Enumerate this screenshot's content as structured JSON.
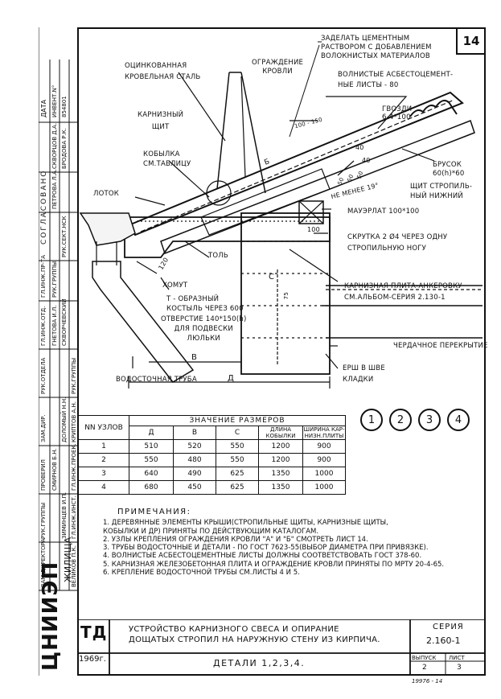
{
  "sheet": {
    "number": "14"
  },
  "callouts": {
    "seal_cement": [
      "ЗАДЕЛАТЬ ЦЕМЕНТНЫМ",
      "РАСТВОРОМ С ДОБАВЛЕНИЕМ",
      "ВОЛОКНИСТЫХ МАТЕРИАЛОВ"
    ],
    "galvanized": [
      "ОЦИНКОВАННАЯ",
      "КРОВЕЛЬНАЯ СТАЛЬ"
    ],
    "roof_fence": [
      "ОГРАЖДЕНИЕ",
      "КРОВЛИ"
    ],
    "asbestos": [
      "ВОЛНИСТЫЕ АСБЕСТОЦЕМЕНТ-",
      "НЫЕ ЛИСТЫ - 80"
    ],
    "nails": [
      "ГВОЗДИ",
      "6-4*100"
    ],
    "cornice_shield": [
      "КАРНИЗНЫЙ",
      "ЩИТ"
    ],
    "kobylka": [
      "КОБЫЛКА",
      "СМ.ТАБЛИЦУ"
    ],
    "bar": [
      "БРУСОК",
      "60(h)*60"
    ],
    "rafter_shield": [
      "ЩИТ СТРОПИЛЬ-",
      "НЫЙ НИЖНИЙ"
    ],
    "gutter": "ЛОТОК",
    "not_less": "НЕ МЕНЕЕ 19°",
    "mauerlat": "МАУЭРЛАТ 100*100",
    "twist": [
      "СКРУТКА 2 Ø4 ЧЕРЕЗ ОДНУ",
      "СТРОПИЛЬНУЮ НОГУ"
    ],
    "tol": "ТОЛЬ",
    "clamp": "ХОМУТ",
    "t_crutch": [
      "Т - ОБРАЗНЫЙ",
      "КОСТЫЛЬ ЧЕРЕЗ 600"
    ],
    "hole": [
      "ОТВЕРСТИЕ 140*150(h)",
      "ДЛЯ ПОДВЕСКИ",
      "ЛЮЛЬКИ"
    ],
    "cornice_slab": [
      "КАРНИЗНАЯ ПЛИТА-АНКЕРОВКУ",
      "СМ.АЛЬБОМ-СЕРИЯ 2.130-1"
    ],
    "attic_floor": "ЧЕРДАЧНОЕ ПЕРЕКРЫТИЕ",
    "brush": [
      "ЕРШ В ШВЕ",
      "КЛАДКИ"
    ],
    "downpipe": "ВОДОСТОЧНАЯ ТРУБА"
  },
  "dims": {
    "d100_150": "100 - 150",
    "d40a": "40",
    "d40b": "40",
    "d50a": "50",
    "d50b": "50",
    "d50c": "50",
    "d100": "100",
    "d120": "120",
    "dB": "В",
    "dD": "Д",
    "dC": "С",
    "d75": "75",
    "dB2": "Б"
  },
  "table": {
    "col_nodes": "NN УЗЛОВ",
    "group_header": "ЗНАЧЕНИЕ  РАЗМЕРОВ",
    "col_headers": [
      "Д",
      "В",
      "С",
      "ДЛИНА КОБЫЛКИ",
      "ШИРИНА КАР-НИЗН.ПЛИТЫ"
    ],
    "rows": [
      [
        "1",
        "510",
        "520",
        "550",
        "1200",
        "900"
      ],
      [
        "2",
        "550",
        "480",
        "550",
        "1200",
        "900"
      ],
      [
        "3",
        "640",
        "490",
        "625",
        "1350",
        "1000"
      ],
      [
        "4",
        "680",
        "450",
        "625",
        "1350",
        "1000"
      ]
    ]
  },
  "details": [
    "1",
    "2",
    "3",
    "4"
  ],
  "notes": {
    "title": "ПРИМЕЧАНИЯ:",
    "items": [
      "1.  ДЕРЕВЯННЫЕ ЭЛЕМЕНТЫ КРЫШИ(СТРОПИЛЬНЫЕ ЩИТЫ, КАРНИЗНЫЕ ЩИТЫ,",
      "     КОБЫЛКИ И ДР) ПРИНЯТЫ ПО ДЕЙСТВУЮЩИМ КАТАЛОГАМ.",
      "2.  УЗЛЫ КРЕПЛЕНИЯ ОГРАЖДЕНИЯ КРОВЛИ \"А\" И \"Б\" СМОТРЕТЬ ЛИСТ 14.",
      "3.  ТРУБЫ ВОДОСТОЧНЫЕ И ДЕТАЛИ - ПО ГОСТ 7623-55(ВЫБОР ДИАМЕТРА ПРИ ПРИВЯЗКЕ).",
      "4.  ВОЛНИСТЫЕ АСБЕСТОЦЕМЕНТНЫЕ ЛИСТЫ ДОЛЖНЫ СООТВЕТСТВОВАТЬ ГОСТ 378-60.",
      "5.  КАРНИЗНАЯ ЖЕЛЕЗОБЕТОННАЯ ПЛИТА И ОГРАЖДЕНИЕ КРОВЛИ ПРИНЯТЫ ПО МРТУ 20-4-65.",
      "6.  КРЕПЛЕНИЕ ВОДОСТОЧНОЙ ТРУБЫ СМ.ЛИСТЫ 4 И 5."
    ]
  },
  "titleblock": {
    "org": "ЦНИИЭП",
    "org_sub": "ЖИЛИЩА",
    "td": "ТД",
    "year": "1969г.",
    "title_line1": "УСТРОЙСТВО КАРНИЗНОГО СВЕСА И ОПИРАНИЕ",
    "title_line2": "ДОЩАТЫХ СТРОПИЛ НА НАРУЖНУЮ СТЕНУ ИЗ КИРПИЧА.",
    "subtitle": "ДЕТАЛИ  1,2,3,4.",
    "series_label": "СЕРИЯ",
    "series": "2.160-1",
    "issue_label": "ВЫПУСК",
    "issue": "2",
    "sheet_label": "ЛИСТ",
    "sheet": "3",
    "bottom_code": "19976 - 14"
  },
  "approvals": {
    "header": "СОГЛАСОВАНО",
    "date": "ДАТА",
    "inv": "ИНВЕНТ.N°",
    "inv_val": "854801",
    "people": [
      "СКВОРЦОВ Д.А.",
      "БРОДОВА Р.К.",
      "ПЕТРОВА Л.А.",
      "РУК.СЕКТ.НСК",
      "РУК.ГРУППЫ",
      "СКВОРЧЕВСКИЙ",
      "ГНЕТОВА И.Л.",
      "РУК.ГРУППЫ",
      "КРИПТОВ А.Н.",
      "ДОЛОМЫЙ Н.Н.",
      "СМИРНОВ Б.Н.",
      "ЗИМИНЦЕВ И.П.",
      "ВЕЛИКОВ П.К."
    ],
    "roles": [
      "ГЛ.ИНЖ.ИНСТ.",
      "ГЛ.ИНЖ.ПРОЕК.",
      "ЗАМ.ДИРЕКТОРА",
      "РУК.ГРУППЫ",
      "ПРОВЕРИЛ",
      "ЗАМ.ДИР.",
      "РУК.ОТДЕЛА",
      "ГЛ.ИНЖ.ОТД.",
      "ГЛ.ИНЖ.ПР-ТА"
    ]
  }
}
